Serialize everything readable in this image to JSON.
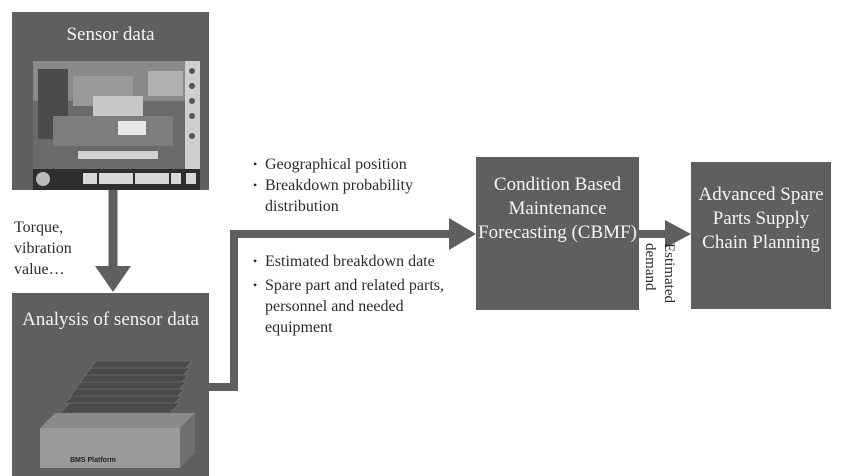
{
  "boxes": {
    "sensor_data": {
      "title": "Sensor data"
    },
    "analysis": {
      "title": "Analysis of sensor data"
    },
    "cbmf": {
      "title": "Condition Based Maintenance Forecasting (CBMF)"
    },
    "aspscp": {
      "title": "Advanced Spare Parts Supply Chain Planning"
    }
  },
  "labels": {
    "torque": "Torque, vibration value…",
    "estimated_demand": "Estimated demand",
    "platform": "BMS Platform"
  },
  "upper_bullets": [
    "Geographical position",
    "Breakdown probability distribution"
  ],
  "lower_bullets": [
    "Estimated breakdown date",
    "Spare part and related parts, personnel and needed equipment"
  ],
  "colors": {
    "box_fill": "#5f5f5f",
    "arrow": "#5f5f5f",
    "box_text": "#f4f4f4"
  }
}
